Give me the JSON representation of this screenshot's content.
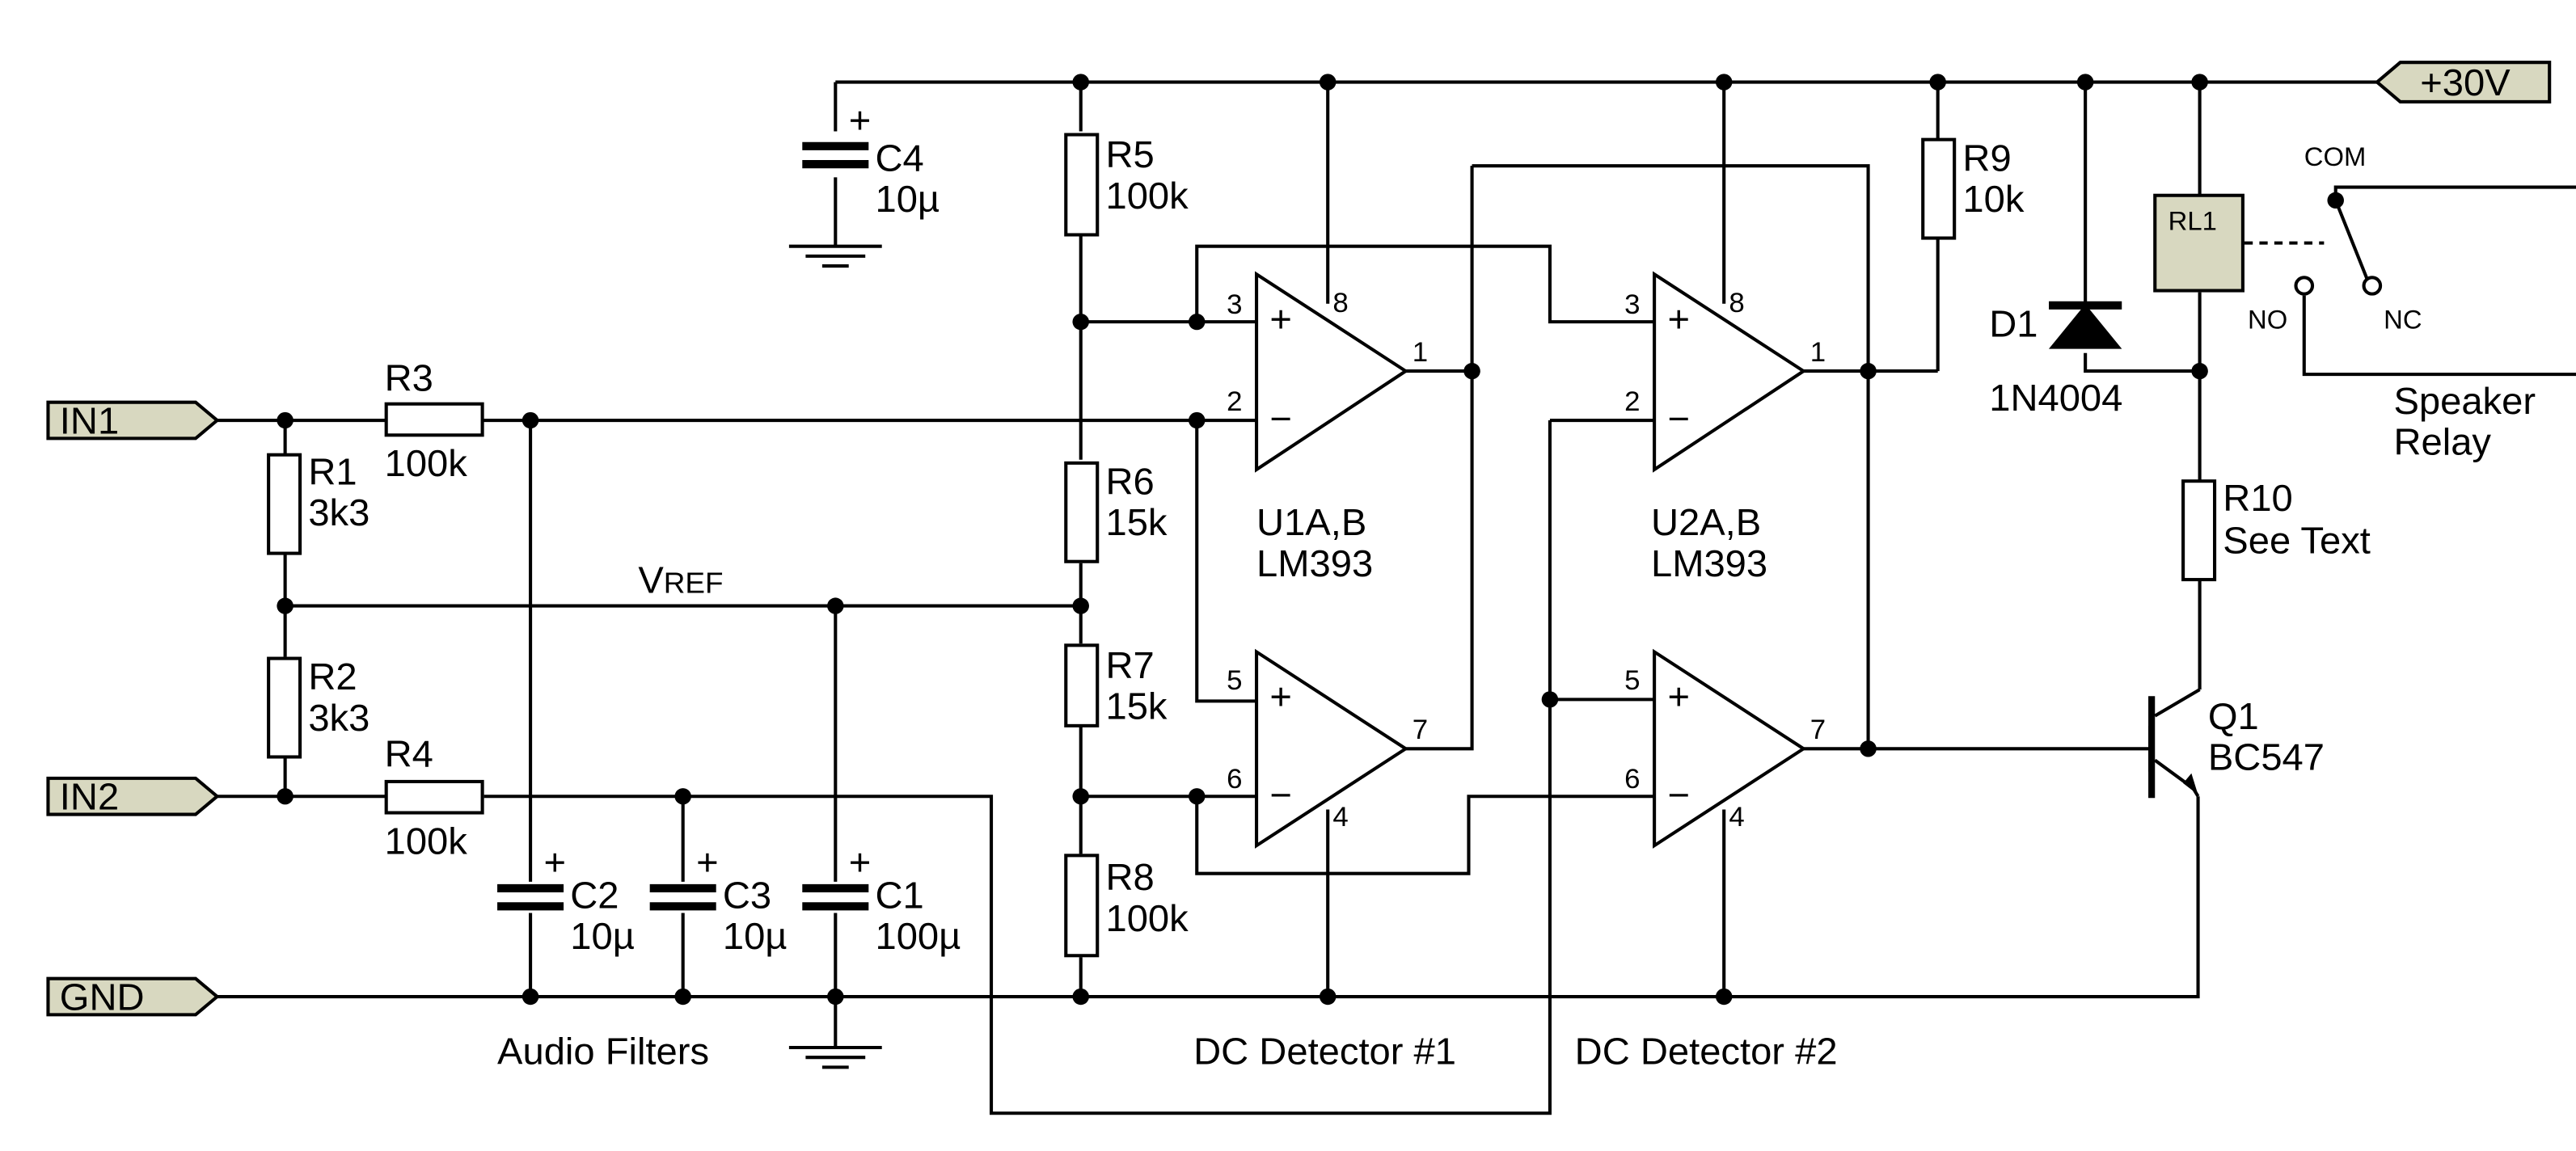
{
  "ports": {
    "in1": "IN1",
    "in2": "IN2",
    "gnd": "GND",
    "vplus": "+30V"
  },
  "resistors": {
    "r1": {
      "ref": "R1",
      "value": "3k3"
    },
    "r2": {
      "ref": "R2",
      "value": "3k3"
    },
    "r3": {
      "ref": "R3",
      "value": "100k"
    },
    "r4": {
      "ref": "R4",
      "value": "100k"
    },
    "r5": {
      "ref": "R5",
      "value": "100k"
    },
    "r6": {
      "ref": "R6",
      "value": "15k"
    },
    "r7": {
      "ref": "R7",
      "value": "15k"
    },
    "r8": {
      "ref": "R8",
      "value": "100k"
    },
    "r9": {
      "ref": "R9",
      "value": "10k"
    },
    "r10": {
      "ref": "R10",
      "value": "See Text"
    }
  },
  "capacitors": {
    "c1": {
      "ref": "C1",
      "value": "100µ"
    },
    "c2": {
      "ref": "C2",
      "value": "10µ"
    },
    "c3": {
      "ref": "C3",
      "value": "10µ"
    },
    "c4": {
      "ref": "C4",
      "value": "10µ"
    }
  },
  "opamps": {
    "u1": {
      "ref": "U1A,B",
      "part": "LM393"
    },
    "u2": {
      "ref": "U2A,B",
      "part": "LM393"
    }
  },
  "pins": {
    "p1": "1",
    "p2": "2",
    "p3": "3",
    "p4": "4",
    "p5": "5",
    "p6": "6",
    "p7": "7",
    "p8": "8"
  },
  "diode": {
    "ref": "D1",
    "part": "1N4004"
  },
  "transistor": {
    "ref": "Q1",
    "part": "BC547"
  },
  "relay": {
    "ref": "RL1",
    "com": "COM",
    "no": "NO",
    "nc": "NC",
    "name_line1": "Speaker",
    "name_line2": "Relay"
  },
  "vref": {
    "main": "V",
    "sub": "REF"
  },
  "sections": {
    "audio_filters": "Audio  Filters",
    "dc1": "DC Detector #1",
    "dc2": "DC Detector #2"
  },
  "signs": {
    "plus": "+",
    "minus": "−"
  }
}
